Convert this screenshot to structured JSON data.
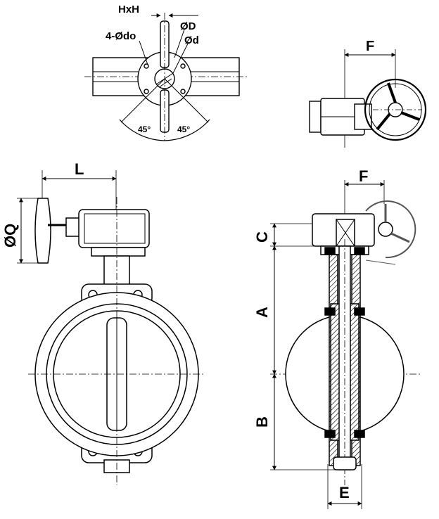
{
  "labels": {
    "hxh": "HxH",
    "od_big": "ØD",
    "od_small": "Ød",
    "bolt_holes": "4-Ødo",
    "angle_left": "45°",
    "angle_right": "45°",
    "f_top": "F",
    "l": "L",
    "oq": "ØQ",
    "f_side": "F",
    "c": "C",
    "a": "A",
    "b": "B",
    "e": "E"
  },
  "colors": {
    "line": "#000000",
    "gray": "#8a8a8a",
    "background": "#ffffff"
  }
}
